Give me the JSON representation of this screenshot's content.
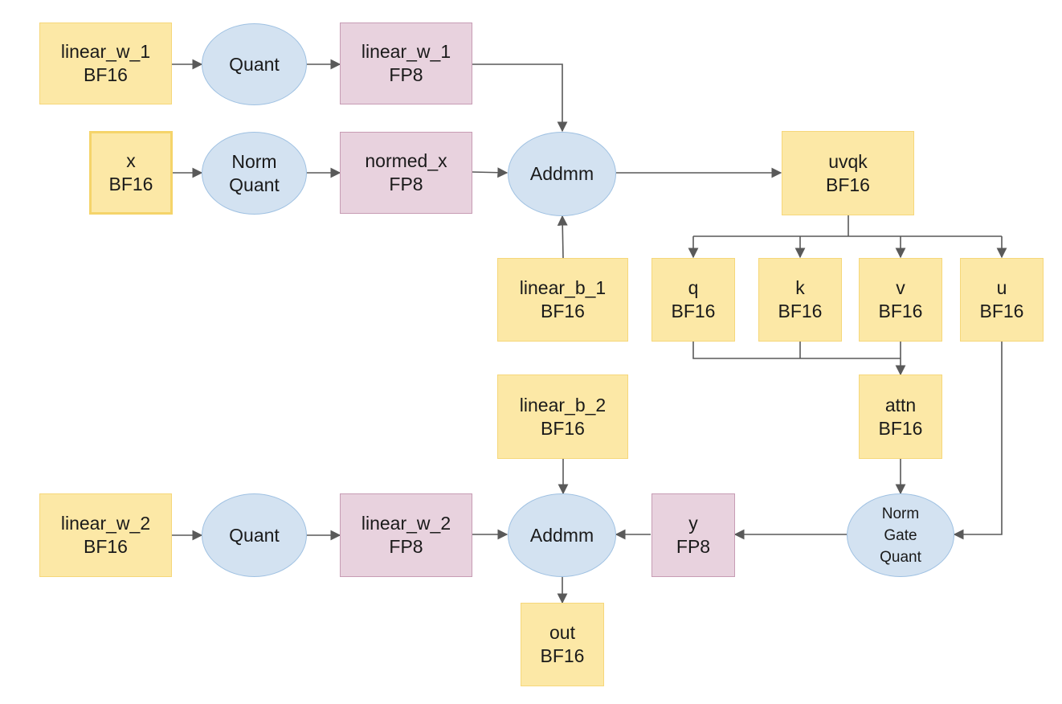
{
  "diagram": {
    "nodes": {
      "linear_w_1_bf16": {
        "name": "linear_w_1",
        "dtype": "BF16"
      },
      "quant_1": {
        "line1": "Quant"
      },
      "linear_w_1_fp8": {
        "name": "linear_w_1",
        "dtype": "FP8"
      },
      "x": {
        "name": "x",
        "dtype": "BF16"
      },
      "norm_quant": {
        "line1": "Norm",
        "line2": "Quant"
      },
      "normed_x": {
        "name": "normed_x",
        "dtype": "FP8"
      },
      "addmm_1": {
        "line1": "Addmm"
      },
      "uvqk": {
        "name": "uvqk",
        "dtype": "BF16"
      },
      "linear_b_1": {
        "name": "linear_b_1",
        "dtype": "BF16"
      },
      "q": {
        "name": "q",
        "dtype": "BF16"
      },
      "k": {
        "name": "k",
        "dtype": "BF16"
      },
      "v": {
        "name": "v",
        "dtype": "BF16"
      },
      "u": {
        "name": "u",
        "dtype": "BF16"
      },
      "attn": {
        "name": "attn",
        "dtype": "BF16"
      },
      "linear_b_2": {
        "name": "linear_b_2",
        "dtype": "BF16"
      },
      "linear_w_2_bf16": {
        "name": "linear_w_2",
        "dtype": "BF16"
      },
      "quant_2": {
        "line1": "Quant"
      },
      "linear_w_2_fp8": {
        "name": "linear_w_2",
        "dtype": "FP8"
      },
      "addmm_2": {
        "line1": "Addmm"
      },
      "y": {
        "name": "y",
        "dtype": "FP8"
      },
      "norm_gate_quant": {
        "line1": "Norm",
        "line2": "Gate",
        "line3": "Quant"
      },
      "out": {
        "name": "out",
        "dtype": "BF16"
      }
    },
    "colors": {
      "bf16_fill": "#fce8a6",
      "fp8_fill": "#e8d2de",
      "op_fill": "#d3e2f1",
      "edge": "#595959"
    }
  }
}
